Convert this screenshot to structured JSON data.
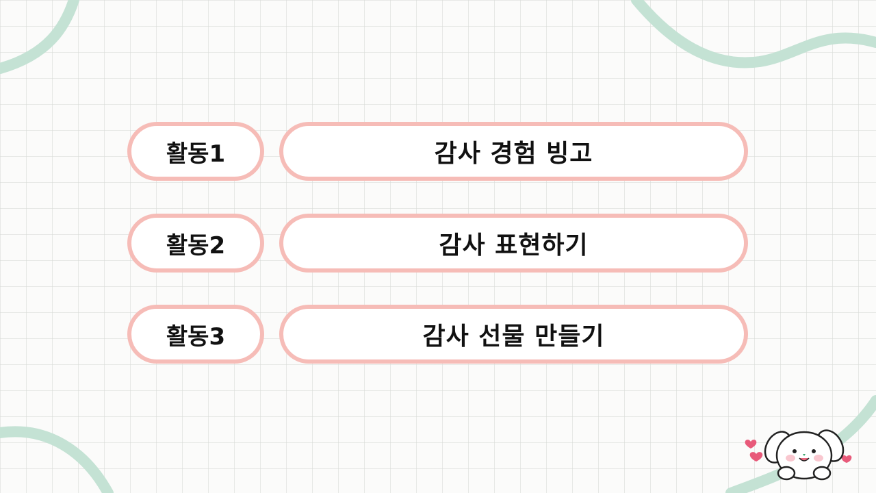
{
  "activities": [
    {
      "label": "활동1",
      "title": "감사 경험 빙고"
    },
    {
      "label": "활동2",
      "title": "감사 표현하기"
    },
    {
      "label": "활동3",
      "title": "감사 선물 만들기"
    }
  ],
  "colors": {
    "pill_border": "#f6bcb7",
    "wave": "#c4e2d4",
    "heart": "#e85a7a",
    "background": "#fbfbfa"
  },
  "decorations": [
    "wave-top-left",
    "wave-top-right",
    "wave-bottom-left",
    "wave-bottom-right",
    "puppy-icon",
    "heart-icon"
  ]
}
